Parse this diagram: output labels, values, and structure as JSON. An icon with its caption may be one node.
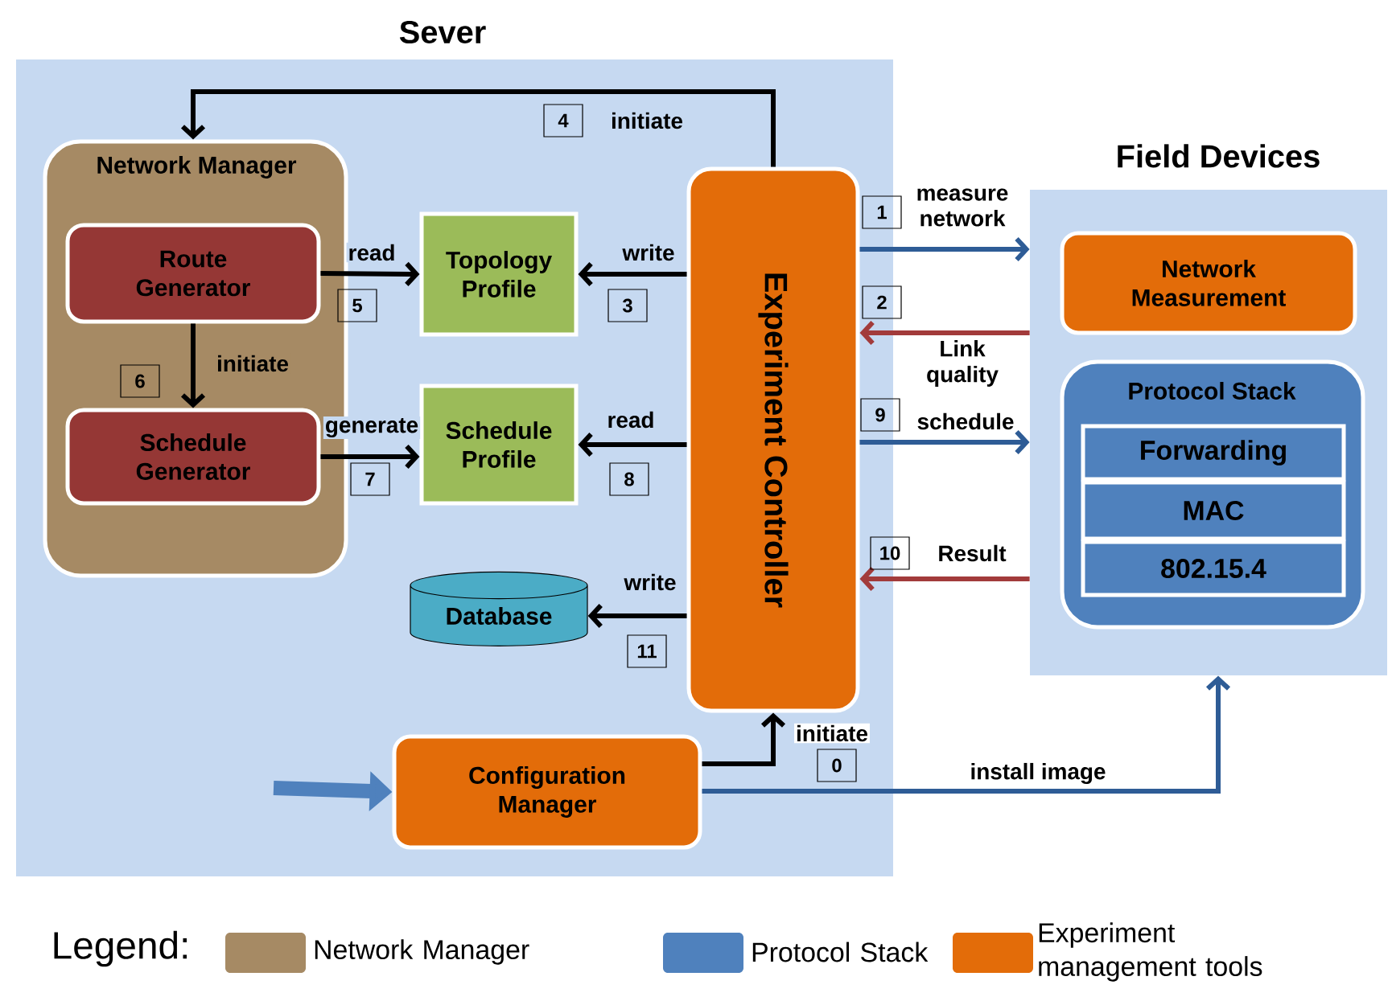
{
  "diagram": {
    "nodes": [
      {
        "text": [
          "Sever"
        ]
      },
      {
        "text": [
          "Network Manager"
        ],
        "in": 0
      },
      {
        "text": [
          "Route Generator"
        ],
        "in": 1
      },
      {
        "text": [
          "Schedule Generator"
        ],
        "in": 1
      },
      {
        "text": [
          "Topology Profile"
        ],
        "in": 0
      },
      {
        "text": [
          "Schedule Profile"
        ],
        "in": 0
      },
      {
        "text": [
          "Experiment Controller"
        ],
        "in": 0
      },
      {
        "text": [
          "Database"
        ],
        "in": 0
      },
      {
        "text": [
          "Configuration Manager"
        ],
        "in": 0
      },
      {
        "text": [
          "Field Devices"
        ]
      },
      {
        "text": [
          "Network Measurement"
        ],
        "in": 9
      },
      {
        "text": [
          "Protocol Stack"
        ],
        "in": 9
      },
      {
        "text": [
          "Forwarding"
        ],
        "in": 11
      },
      {
        "text": [
          "MAC"
        ],
        "in": 11
      },
      {
        "text": [
          "802.15.4"
        ],
        "in": 11
      }
    ],
    "edges": [
      {
        "from": 6,
        "to": 1,
        "arrow": "to",
        "label": "initiate"
      },
      {
        "from": 2,
        "to": 4,
        "arrow": "to",
        "label": "read"
      },
      {
        "from": 6,
        "to": 4,
        "arrow": "to",
        "label": "write"
      },
      {
        "from": 2,
        "to": 3,
        "arrow": "to",
        "label": "initiate"
      },
      {
        "from": 3,
        "to": 5,
        "arrow": "to",
        "label": "generate"
      },
      {
        "from": 6,
        "to": 5,
        "arrow": "to",
        "label": "read"
      },
      {
        "from": 6,
        "to": 7,
        "arrow": "to",
        "label": "write"
      },
      {
        "from": 6,
        "to": 9,
        "arrow": "to",
        "label": "measure network",
        "color": "#2e5c96"
      },
      {
        "from": 9,
        "to": 6,
        "arrow": "to",
        "label": "Link quality",
        "color": "#a23b3b"
      },
      {
        "from": 6,
        "to": 9,
        "arrow": "to",
        "label": "schedule",
        "color": "#2e5c96"
      },
      {
        "from": 9,
        "to": 6,
        "arrow": "to",
        "label": "Result",
        "color": "#a23b3b"
      },
      {
        "from": 8,
        "to": 6,
        "arrow": "to",
        "label": "initiate"
      },
      {
        "from": 8,
        "to": 9,
        "arrow": "to",
        "label": "install image",
        "color": "#2e5c96"
      },
      {
        "from": null,
        "to": 8,
        "arrow": "to",
        "style": "thick",
        "color": "#4f81bd"
      }
    ],
    "labels": [
      "4",
      "1",
      "5",
      "3",
      "2",
      "6",
      "9",
      "7",
      "8",
      "10",
      "11",
      "0",
      "Legend:"
    ],
    "legend": [
      {
        "text": "Network Manager",
        "color": "#a68a64"
      },
      {
        "text": "Protocol Stack",
        "color": "#4f81bd"
      },
      {
        "text": "Experiment management tools",
        "color": "#e36c09"
      }
    ]
  }
}
